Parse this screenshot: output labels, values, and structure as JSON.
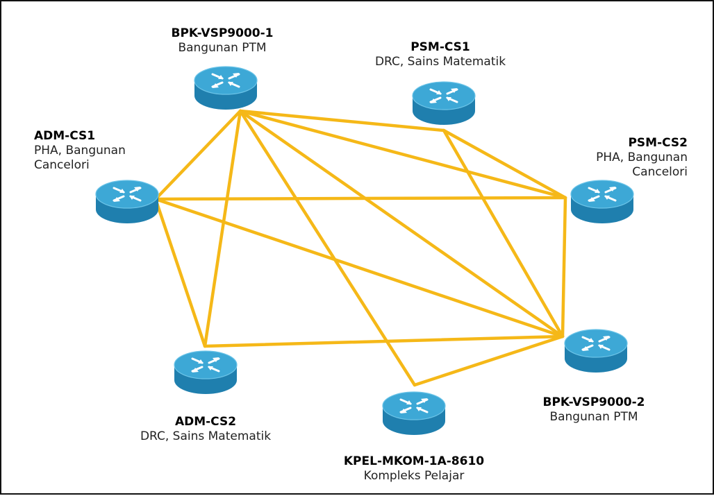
{
  "diagram": {
    "link_color": "#F5B818",
    "router_top_color": "#3DA8D6",
    "router_side_color": "#1F7FAE",
    "nodes": [
      {
        "id": "bpk1",
        "name": "BPK-VSP9000-1",
        "location": "Bangunan PTM",
        "icon": "router-icon"
      },
      {
        "id": "psmcs1",
        "name": "PSM-CS1",
        "location": "DRC, Sains Matematik",
        "icon": "router-icon"
      },
      {
        "id": "admcs1",
        "name": "ADM-CS1",
        "location_lines": [
          "PHA, Bangunan",
          "Cancelori"
        ],
        "icon": "router-icon"
      },
      {
        "id": "psmcs2",
        "name": "PSM-CS2",
        "location_lines": [
          "PHA, Bangunan",
          "Cancelori"
        ],
        "icon": "router-icon"
      },
      {
        "id": "admcs2",
        "name": "ADM-CS2",
        "location": "DRC, Sains Matematik",
        "icon": "router-icon"
      },
      {
        "id": "kpel",
        "name": "KPEL-MKOM-1A-8610",
        "location": "Kompleks Pelajar",
        "icon": "router-icon"
      },
      {
        "id": "bpk2",
        "name": "BPK-VSP9000-2",
        "location": "Bangunan PTM",
        "icon": "router-icon"
      }
    ],
    "links": [
      [
        "bpk1",
        "psmcs1"
      ],
      [
        "bpk1",
        "psmcs2"
      ],
      [
        "bpk1",
        "admcs1"
      ],
      [
        "bpk1",
        "admcs2"
      ],
      [
        "bpk1",
        "kpel"
      ],
      [
        "bpk1",
        "bpk2"
      ],
      [
        "psmcs1",
        "psmcs2"
      ],
      [
        "psmcs1",
        "bpk2"
      ],
      [
        "admcs1",
        "admcs2"
      ],
      [
        "admcs1",
        "bpk2"
      ],
      [
        "admcs1",
        "psmcs2"
      ],
      [
        "admcs2",
        "bpk2"
      ],
      [
        "kpel",
        "bpk2"
      ],
      [
        "psmcs2",
        "bpk2"
      ]
    ]
  }
}
